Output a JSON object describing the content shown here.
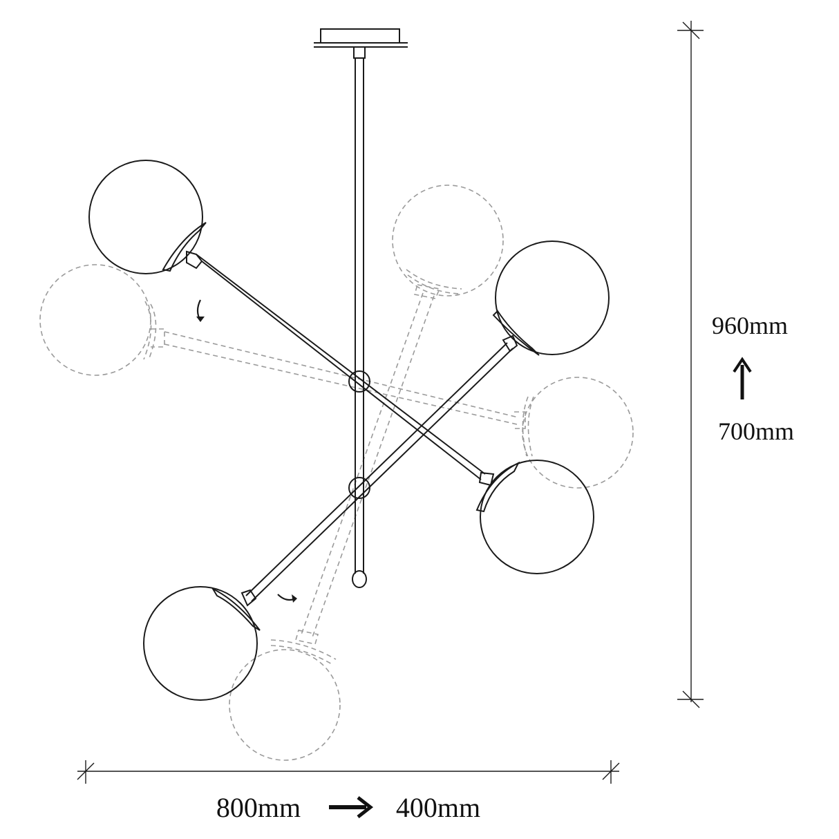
{
  "dimensions": {
    "height_full": "960mm",
    "height_min": "700mm",
    "width_full": "800mm",
    "width_min": "400mm"
  },
  "icons": {
    "height_arrow": "arrow-up-icon",
    "width_arrow": "arrow-right-icon",
    "rotate_arrows": "rotate-arrow-icon"
  },
  "colors": {
    "solid_line": "#1a1a1a",
    "dashed_line": "#9a9a9a",
    "background": "#ffffff"
  }
}
